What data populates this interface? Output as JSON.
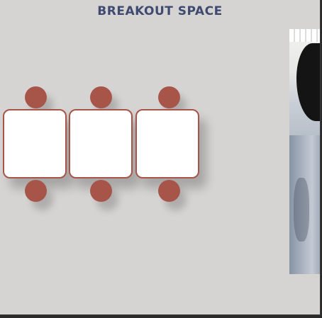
{
  "title": "BREAKOUT SPACE",
  "colors": {
    "background": "#d5d4d2",
    "title": "#3e4a70",
    "furniture": "#a85549",
    "table_fill": "#ffffff"
  },
  "tables": [
    {
      "id": "table-1"
    },
    {
      "id": "table-2"
    },
    {
      "id": "table-3"
    }
  ],
  "chairs_per_table": 2,
  "photo": {
    "description_visible": false
  }
}
